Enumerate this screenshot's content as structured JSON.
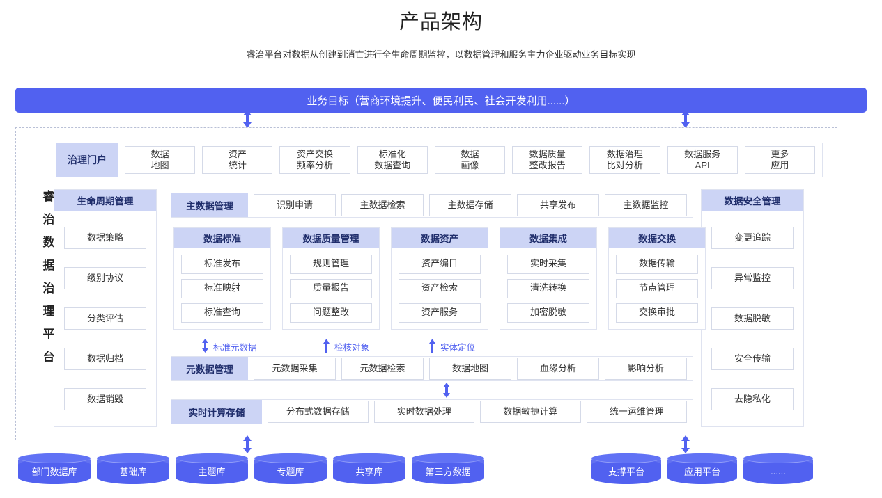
{
  "header": {
    "title": "产品架构",
    "subtitle": "睿治平台对数据从创建到消亡进行全生命周期监控，以数据管理和服务主力企业驱动业务目标实现"
  },
  "goal_bar": {
    "label": "业务目标（营商环境提升、便民利民、社会开发利用......）"
  },
  "platform_name": {
    "chars": [
      "睿",
      "治",
      "数",
      "据",
      "治",
      "理",
      "平",
      "台"
    ]
  },
  "portal_row": {
    "label": "治理门户",
    "items": [
      {
        "line1": "数据",
        "line2": "地图"
      },
      {
        "line1": "资产",
        "line2": "统计"
      },
      {
        "line1": "资产交换",
        "line2": "频率分析"
      },
      {
        "line1": "标准化",
        "line2": "数据查询"
      },
      {
        "line1": "数据",
        "line2": "画像"
      },
      {
        "line1": "数据质量",
        "line2": "整改报告"
      },
      {
        "line1": "数据治理",
        "line2": "比对分析"
      },
      {
        "line1": "数据服务",
        "line2": "API"
      },
      {
        "line1": "更多",
        "line2": "应用"
      }
    ]
  },
  "lifecycle_panel": {
    "title": "生命周期管理",
    "items": [
      "数据策略",
      "级别协议",
      "分类评估",
      "数据归档",
      "数据销毁"
    ]
  },
  "security_panel": {
    "title": "数据安全管理",
    "items": [
      "变更追踪",
      "异常监控",
      "数据脱敏",
      "安全传输",
      "去隐私化"
    ]
  },
  "master_row": {
    "label": "主数据管理",
    "items": [
      "识别申请",
      "主数据检索",
      "主数据存储",
      "共享发布",
      "主数据监控"
    ]
  },
  "subpanels": [
    {
      "title": "数据标准",
      "items": [
        "标准发布",
        "标准映射",
        "标准查询"
      ]
    },
    {
      "title": "数据质量管理",
      "items": [
        "规则管理",
        "质量报告",
        "问题整改"
      ]
    },
    {
      "title": "数据资产",
      "items": [
        "资产编目",
        "资产检索",
        "资产服务"
      ]
    },
    {
      "title": "数据集成",
      "items": [
        "实时采集",
        "清洗转换",
        "加密脱敏"
      ]
    },
    {
      "title": "数据交换",
      "items": [
        "数据传输",
        "节点管理",
        "交换审批"
      ]
    }
  ],
  "connectors": [
    {
      "label": "标准元数据",
      "icon": "double-arrow-icon"
    },
    {
      "label": "检核对象",
      "icon": "up-arrow-icon"
    },
    {
      "label": "实体定位",
      "icon": "up-arrow-icon"
    }
  ],
  "meta_row": {
    "label": "元数据管理",
    "items": [
      "元数据采集",
      "元数据检索",
      "数据地图",
      "血缘分析",
      "影响分析"
    ]
  },
  "realtime_row": {
    "label": "实时计算存储",
    "items": [
      "分布式数据存储",
      "实时数据处理",
      "数据敏捷计算",
      "统一运维管理"
    ]
  },
  "data_sources": {
    "left": [
      "部门数据库",
      "基础库",
      "主题库",
      "专题库",
      "共享库",
      "第三方数据"
    ],
    "right": [
      "支撑平台",
      "应用平台",
      "......"
    ]
  },
  "colors": {
    "accent": "#5161f0",
    "band_label_bg": "#ccd4f5",
    "chip_border": "#d5dae8",
    "dotted_border": "#b9c0d6"
  }
}
